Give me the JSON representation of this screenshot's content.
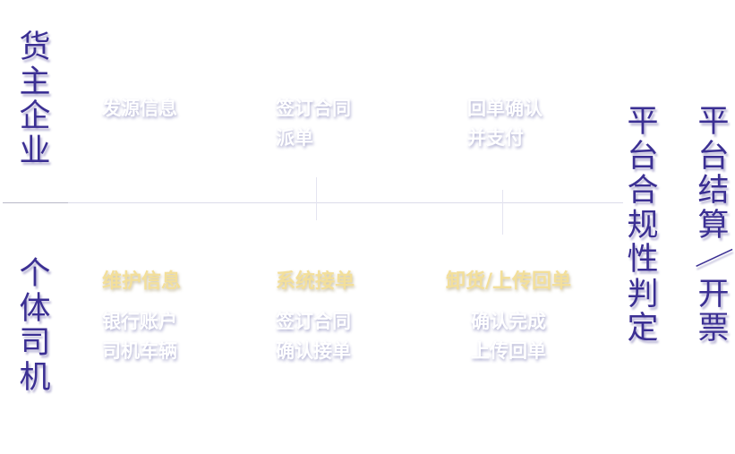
{
  "rows": {
    "top_label": "货主企业",
    "bottom_label": "个体司机"
  },
  "right": {
    "compliance": "平台合规性判定",
    "settlement": "平台结算/开票"
  },
  "top_row": {
    "col1": [
      "发源信息"
    ],
    "col2": [
      "签订合同",
      "派单"
    ],
    "col3": [
      "回单确认",
      "并支付"
    ]
  },
  "bottom_row": {
    "col1": {
      "title": "维护信息",
      "lines": [
        "银行账户",
        "司机车辆"
      ]
    },
    "col2": {
      "title": "系统接单",
      "lines": [
        "签订合同",
        "确认接单"
      ]
    },
    "col3": {
      "title": "卸货/上传回单",
      "lines": [
        "确认完成",
        "上传回单"
      ]
    }
  },
  "colors": {
    "label_color": "#3b2f93",
    "step_title_color": "#f3df9a",
    "divider_color": "#dcdcea"
  }
}
